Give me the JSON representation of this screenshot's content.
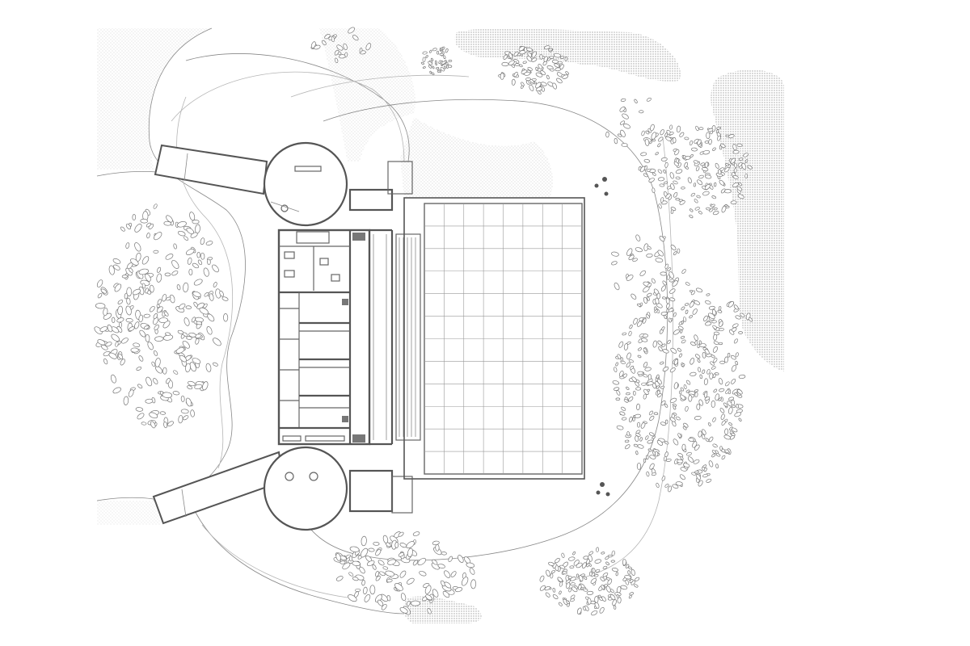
{
  "drawing": {
    "type": "architectural-site-plan",
    "colors": {
      "background": "#ffffff",
      "wall": "#555555",
      "line": "#888888",
      "hatch": "#9a9a9a",
      "tree": "#777777"
    },
    "elements": [
      "outdoor-pool",
      "changing-rooms-block",
      "round-pavilion-north",
      "round-pavilion-south",
      "entrance-ramp-north",
      "entrance-ramp-south",
      "paved-terrace",
      "trees",
      "gravel-areas"
    ]
  }
}
